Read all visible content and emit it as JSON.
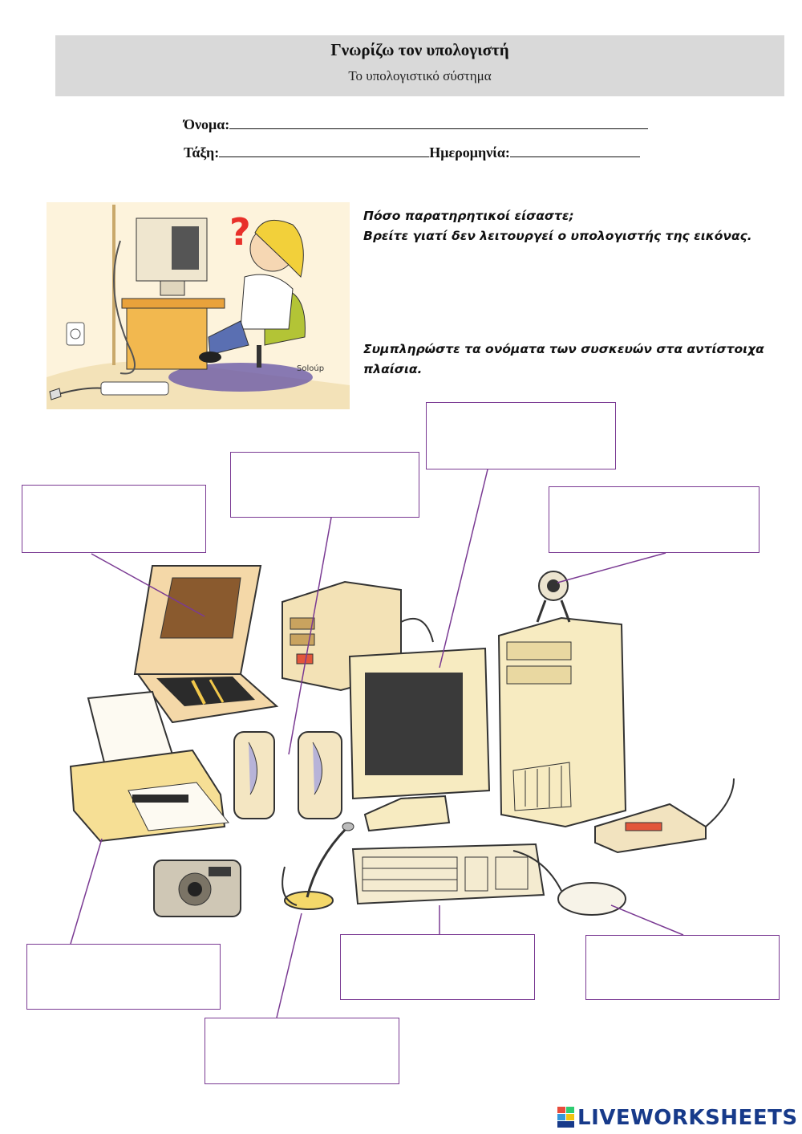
{
  "header": {
    "title": "Γνωρίζω τον υπολογιστή",
    "subtitle": "Το υπολογιστικό σύστημα"
  },
  "form": {
    "name_label": "Όνομα:",
    "class_label": "Τάξη:",
    "date_label": "Ημερομηνία:"
  },
  "instructions": {
    "line1": "Πόσο παρατηρητικοί είσαστε;",
    "line2": "Βρείτε γιατί δεν λειτουργεί ο υπολογιστής της εικόνας.",
    "line3": "Συμπληρώστε τα ονόματα των συσκευών στα αντίστοιχα",
    "line4": "πλαίσια."
  },
  "cartoon": {
    "signature": "Soloúp"
  },
  "answer_boxes": [
    {
      "id": "scanner",
      "value": ""
    },
    {
      "id": "speakers",
      "value": ""
    },
    {
      "id": "monitor",
      "value": ""
    },
    {
      "id": "webcam",
      "value": ""
    },
    {
      "id": "printer",
      "value": ""
    },
    {
      "id": "microphone",
      "value": ""
    },
    {
      "id": "keyboard",
      "value": ""
    },
    {
      "id": "mouse",
      "value": ""
    }
  ],
  "brand": {
    "text": "LIVEWORKSHEETS"
  },
  "colors": {
    "header_bg": "#d9d9d9",
    "box_border": "#7a3a93",
    "brand": "#173a8a"
  }
}
